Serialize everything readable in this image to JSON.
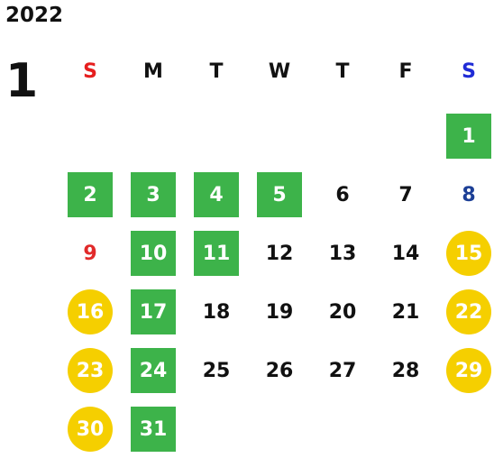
{
  "calendar": {
    "year": "2022",
    "month": "1",
    "weekdays": [
      {
        "label": "S",
        "color": "#e61e1e"
      },
      {
        "label": "M",
        "color": "#111111"
      },
      {
        "label": "T",
        "color": "#111111"
      },
      {
        "label": "W",
        "color": "#111111"
      },
      {
        "label": "T",
        "color": "#111111"
      },
      {
        "label": "F",
        "color": "#111111"
      },
      {
        "label": "S",
        "color": "#1f2bd6"
      }
    ],
    "days": [
      {
        "day": "1",
        "style": "green"
      },
      {
        "day": "2",
        "style": "green"
      },
      {
        "day": "3",
        "style": "green"
      },
      {
        "day": "4",
        "style": "green"
      },
      {
        "day": "5",
        "style": "green"
      },
      {
        "day": "6",
        "style": "plain"
      },
      {
        "day": "7",
        "style": "plain"
      },
      {
        "day": "8",
        "style": "blue"
      },
      {
        "day": "9",
        "style": "red"
      },
      {
        "day": "10",
        "style": "green"
      },
      {
        "day": "11",
        "style": "green"
      },
      {
        "day": "12",
        "style": "plain"
      },
      {
        "day": "13",
        "style": "plain"
      },
      {
        "day": "14",
        "style": "plain"
      },
      {
        "day": "15",
        "style": "yellow"
      },
      {
        "day": "16",
        "style": "yellow"
      },
      {
        "day": "17",
        "style": "green"
      },
      {
        "day": "18",
        "style": "plain"
      },
      {
        "day": "19",
        "style": "plain"
      },
      {
        "day": "20",
        "style": "plain"
      },
      {
        "day": "21",
        "style": "plain"
      },
      {
        "day": "22",
        "style": "yellow"
      },
      {
        "day": "23",
        "style": "yellow"
      },
      {
        "day": "24",
        "style": "green"
      },
      {
        "day": "25",
        "style": "plain"
      },
      {
        "day": "26",
        "style": "plain"
      },
      {
        "day": "27",
        "style": "plain"
      },
      {
        "day": "28",
        "style": "plain"
      },
      {
        "day": "29",
        "style": "yellow"
      },
      {
        "day": "30",
        "style": "yellow"
      },
      {
        "day": "31",
        "style": "green"
      }
    ],
    "colors": {
      "green": "#3db34a",
      "yellow": "#f5cf00",
      "red": "#e12a2a",
      "blue": "#1c3f96",
      "text": "#111111"
    }
  }
}
